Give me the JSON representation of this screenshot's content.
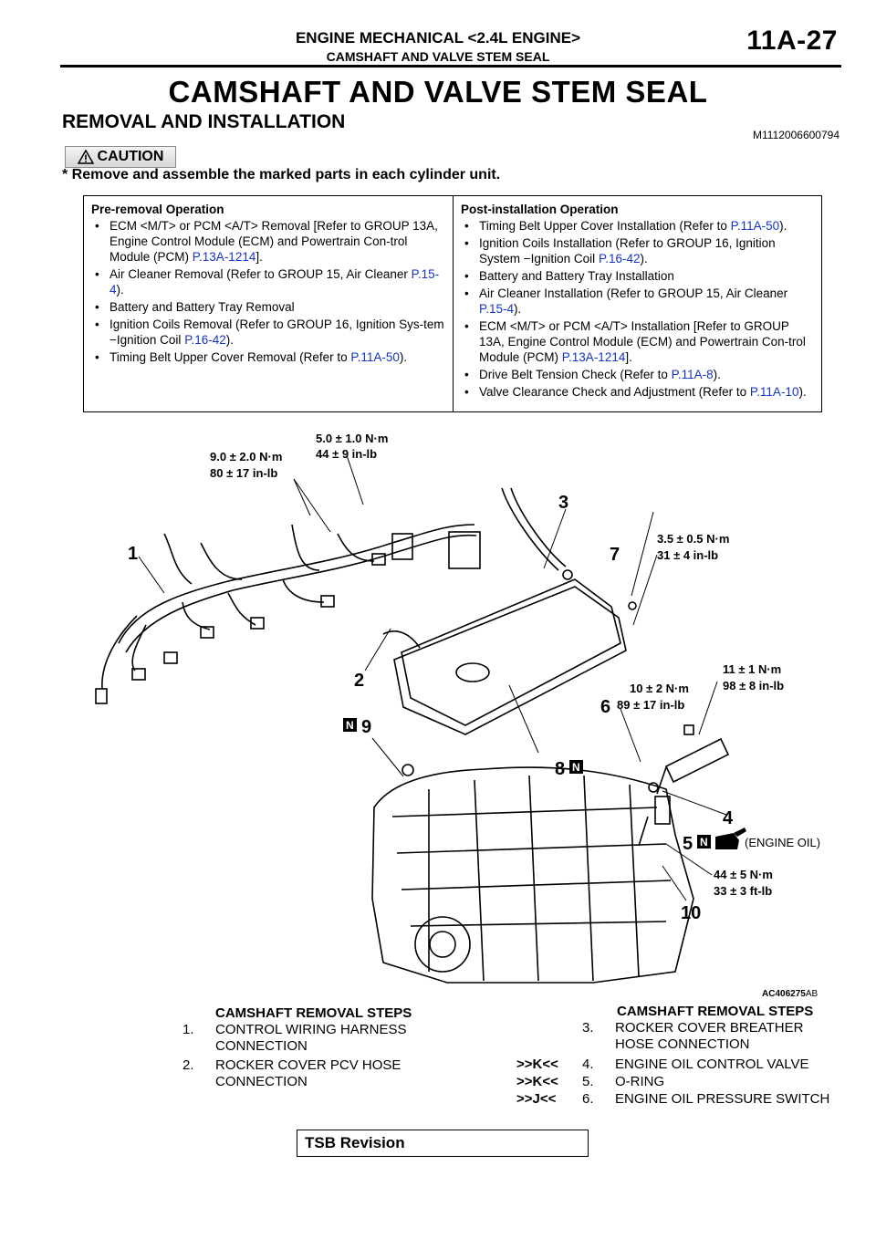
{
  "header": {
    "title": "ENGINE MECHANICAL <2.4L ENGINE>",
    "subtitle": "CAMSHAFT AND VALVE STEM SEAL",
    "page": "11A-27"
  },
  "main_title": "CAMSHAFT AND VALVE STEM SEAL",
  "section": {
    "title": "REMOVAL AND INSTALLATION",
    "code": "M1112006600794"
  },
  "caution": {
    "label": "CAUTION",
    "note": "* Remove and assemble the marked parts in each cylinder unit."
  },
  "pre_removal": {
    "heading": "Pre-removal Operation",
    "items": [
      {
        "text": "ECM <M/T> or PCM <A/T> Removal [Refer to GROUP 13A, Engine Control Module (ECM) and Powertrain Con-trol Module (PCM) ",
        "ref": "P.13A-1214",
        "tail": "]."
      },
      {
        "text": "Air Cleaner Removal (Refer to GROUP 15, Air Cleaner ",
        "ref": "P.15-4",
        "tail": ")."
      },
      {
        "text": "Battery and Battery Tray Removal",
        "ref": "",
        "tail": ""
      },
      {
        "text": "Ignition Coils Removal (Refer to GROUP 16, Ignition Sys-tem −Ignition Coil ",
        "ref": "P.16-42",
        "tail": ")."
      },
      {
        "text": "Timing Belt Upper Cover Removal (Refer to ",
        "ref": "P.11A-50",
        "tail": ")."
      }
    ]
  },
  "post_installation": {
    "heading": "Post-installation Operation",
    "items": [
      {
        "text": "Timing Belt Upper Cover Installation (Refer to ",
        "ref": "P.11A-50",
        "tail": ")."
      },
      {
        "text": "Ignition Coils Installation (Refer to GROUP 16, Ignition System −Ignition Coil ",
        "ref": "P.16-42",
        "tail": ")."
      },
      {
        "text": "Battery and Battery Tray Installation",
        "ref": "",
        "tail": ""
      },
      {
        "text": "Air Cleaner Installation (Refer to GROUP 15, Air Cleaner ",
        "ref": "P.15-4",
        "tail": ")."
      },
      {
        "text": "ECM <M/T> or PCM <A/T> Installation [Refer to GROUP 13A, Engine Control Module (ECM) and Powertrain Con-trol Module (PCM) ",
        "ref": "P.13A-1214",
        "tail": "]."
      },
      {
        "text": "Drive Belt Tension Check (Refer to ",
        "ref": "P.11A-8",
        "tail": ")."
      },
      {
        "text": "Valve Clearance Check and Adjustment (Refer to ",
        "ref": "P.11A-10",
        "tail": ")."
      }
    ]
  },
  "figure": {
    "torque_labels": [
      {
        "line1": "5.0 ± 1.0 N·m",
        "line2": "44 ± 9 in-lb"
      },
      {
        "line1": "9.0 ± 2.0 N·m",
        "line2": "80 ± 17 in-lb"
      },
      {
        "line1": "3.5 ± 0.5 N·m",
        "line2": "31 ± 4 in-lb"
      },
      {
        "line1": "11 ± 1 N·m",
        "line2": "98 ± 8 in-lb"
      },
      {
        "line1": "10 ± 2 N·m",
        "line2": "89 ± 17 in-lb"
      },
      {
        "line1": "44 ± 5 N·m",
        "line2": "33 ± 3 ft-lb"
      }
    ],
    "callouts": [
      "1",
      "2",
      "3",
      "4",
      "5",
      "6",
      "7",
      "8",
      "9",
      "10"
    ],
    "new_part_mark": "N",
    "engine_oil_note": "(ENGINE OIL)",
    "figure_id": "AC406275",
    "figure_suffix": "AB"
  },
  "steps_left": {
    "heading": "CAMSHAFT REMOVAL STEPS",
    "items": [
      {
        "num": "1.",
        "line1": "CONTROL WIRING HARNESS",
        "line2": "CONNECTION",
        "mark": ""
      },
      {
        "num": "2.",
        "line1": "ROCKER COVER PCV HOSE",
        "line2": "CONNECTION",
        "mark": ""
      }
    ]
  },
  "steps_right": {
    "heading": "CAMSHAFT REMOVAL STEPS",
    "items": [
      {
        "num": "3.",
        "line1": "ROCKER COVER BREATHER",
        "line2": "HOSE CONNECTION",
        "mark": ""
      },
      {
        "num": "4.",
        "line1": "ENGINE OIL CONTROL VALVE",
        "line2": "",
        "mark": ">>K<<"
      },
      {
        "num": "5.",
        "line1": "O-RING",
        "line2": "",
        "mark": ">>K<<"
      },
      {
        "num": "6.",
        "line1": "ENGINE OIL PRESSURE SWITCH",
        "line2": "",
        "mark": ">>J<<"
      }
    ]
  },
  "footer": {
    "tsb": "TSB Revision"
  }
}
